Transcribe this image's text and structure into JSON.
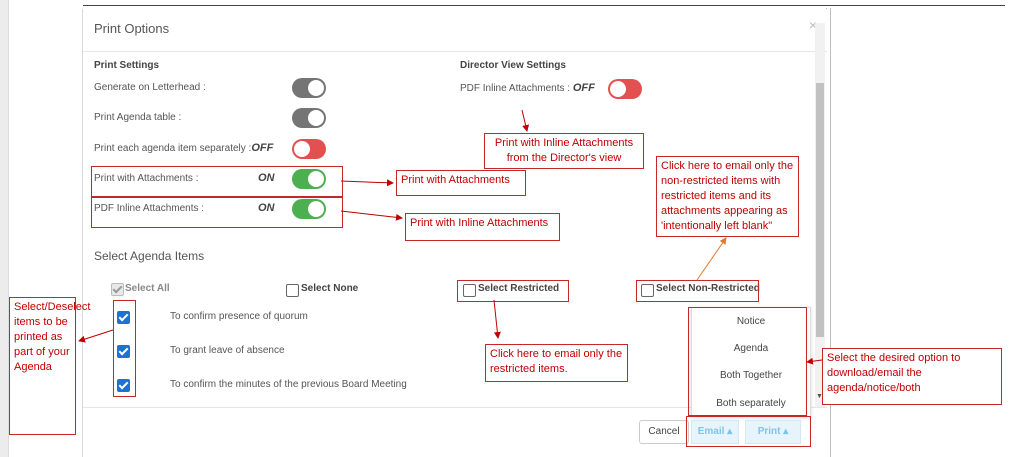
{
  "modal": {
    "title": "Print Options",
    "close": "×"
  },
  "print_settings": {
    "heading": "Print Settings",
    "letterhead_label": "Generate on Letterhead :",
    "agenda_table_label": "Print Agenda table :",
    "separately_label": "Print each agenda item separately :",
    "separately_state": "OFF",
    "attachments_label": "Print with Attachments :",
    "attachments_state": "ON",
    "pdf_inline_label": "PDF Inline Attachments :",
    "pdf_inline_state": "ON"
  },
  "director_view": {
    "heading": "Director View Settings",
    "pdf_inline_label": "PDF Inline Attachments :",
    "pdf_inline_state": "OFF"
  },
  "agenda": {
    "heading": "Select Agenda Items",
    "select_all": "Select All",
    "select_none": "Select None",
    "select_restricted": "Select Restricted",
    "select_non_restricted": "Select Non-Restricted",
    "items": [
      "To confirm presence of quorum",
      "To grant leave of absence",
      "To confirm the minutes of the previous Board Meeting"
    ]
  },
  "dropdown": {
    "options": [
      "Notice",
      "Agenda",
      "Both Together",
      "Both separately"
    ]
  },
  "footer": {
    "cancel": "Cancel",
    "email": "Email ▴",
    "print": "Print ▴"
  },
  "annotations": {
    "print_with_attachments": "Print with Attachments",
    "print_inline": "Print with Inline Attachments",
    "director_inline": "Print with Inline Attachments from the Director's view",
    "non_restricted": "Click here to email only the non-restricted items with restricted items and its attachments appearing as 'intentionally left blank\"",
    "restricted": "Click here to email only the restricted items.",
    "select_deselect": "Select/Deselect items to be printed as part of your Agenda",
    "desired_option": "Select the desired option to download/email the agenda/notice/both"
  },
  "colors": {
    "toggle_on": "#4caf50",
    "toggle_off": "#e2514f",
    "toggle_disabled": "#757575",
    "checkbox": "#1e73d2",
    "annotation": "#c62828",
    "button_split": "#e8f4fb"
  }
}
